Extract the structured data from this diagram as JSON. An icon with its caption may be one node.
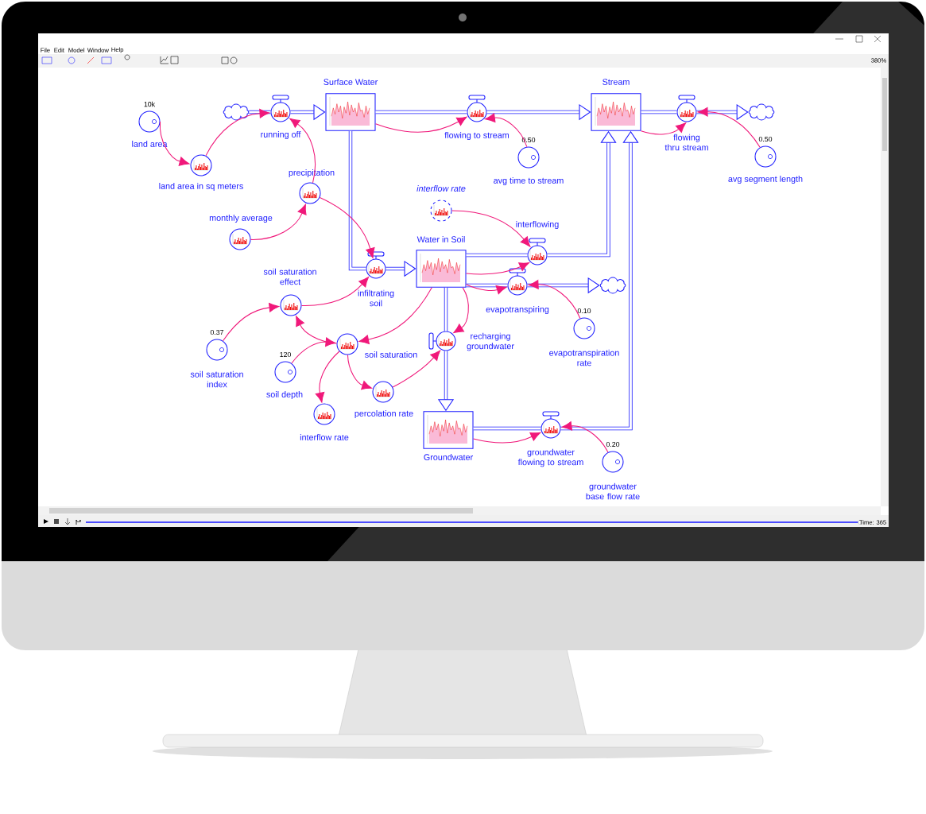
{
  "diagram": {
    "nodes": [
      {
        "text": [
          "land area"
        ],
        "beside": [
          "10k"
        ]
      },
      {
        "text": [
          "land area in sq meters"
        ]
      },
      {
        "text": [],
        "shape": "cloud"
      },
      {
        "text": [
          "running off"
        ]
      },
      {
        "text": [
          "Surface Water"
        ]
      },
      {
        "text": [
          "precipitation"
        ]
      },
      {
        "text": [
          "monthly average"
        ]
      },
      {
        "text": [
          "flowing to stream"
        ]
      },
      {
        "text": [
          "avg time to stream"
        ],
        "beside": [
          "0.50"
        ]
      },
      {
        "text": [
          "Stream"
        ]
      },
      {
        "text": [
          "flowing thru stream"
        ]
      },
      {
        "text": [],
        "shape": "cloud"
      },
      {
        "text": [
          "avg segment length"
        ],
        "beside": [
          "0.50"
        ]
      },
      {
        "text": [
          "interflow rate"
        ]
      },
      {
        "text": [
          "interflowing"
        ]
      },
      {
        "text": [
          "Water in Soil"
        ]
      },
      {
        "text": [
          "infiltrating soil"
        ]
      },
      {
        "text": [
          "evapotranspiring"
        ]
      },
      {
        "text": [],
        "shape": "cloud"
      },
      {
        "text": [
          "evapotranspiration rate"
        ],
        "beside": [
          "0.10"
        ]
      },
      {
        "text": [
          "soil saturation effect"
        ]
      },
      {
        "text": [
          "soil saturation index"
        ],
        "beside": [
          "0.37"
        ]
      },
      {
        "text": [
          "soil saturation"
        ]
      },
      {
        "text": [
          "soil depth"
        ],
        "beside": [
          "120"
        ]
      },
      {
        "text": [
          "recharging groundwater"
        ]
      },
      {
        "text": [
          "interflow rate"
        ]
      },
      {
        "text": [
          "percolation rate"
        ]
      },
      {
        "text": [
          "Groundwater"
        ]
      },
      {
        "text": [
          "groundwater flowing to stream"
        ]
      },
      {
        "text": [
          "groundwater base flow rate"
        ],
        "beside": [
          "0.20"
        ]
      }
    ],
    "edges": [
      {
        "from": 2,
        "to": 3,
        "arrow": "none",
        "style": "thick",
        "color": "#1f1fff"
      },
      {
        "from": 3,
        "to": 4,
        "arrow": "to",
        "style": "thick",
        "color": "#1f1fff"
      },
      {
        "from": 4,
        "to": 7,
        "arrow": "none",
        "style": "thick",
        "color": "#1f1fff"
      },
      {
        "from": 7,
        "to": 9,
        "arrow": "to",
        "style": "thick",
        "color": "#1f1fff"
      },
      {
        "from": 9,
        "to": 10,
        "arrow": "none",
        "style": "thick",
        "color": "#1f1fff"
      },
      {
        "from": 10,
        "to": 11,
        "arrow": "to",
        "style": "thick",
        "color": "#1f1fff"
      },
      {
        "from": 4,
        "to": 16,
        "arrow": "none",
        "style": "thick",
        "color": "#1f1fff"
      },
      {
        "from": 16,
        "to": 15,
        "arrow": "to",
        "style": "thick",
        "color": "#1f1fff"
      },
      {
        "from": 15,
        "to": 14,
        "arrow": "none",
        "style": "thick",
        "color": "#1f1fff"
      },
      {
        "from": 14,
        "to": 9,
        "arrow": "to",
        "style": "thick",
        "color": "#1f1fff"
      },
      {
        "from": 15,
        "to": 17,
        "arrow": "none",
        "style": "thick",
        "color": "#1f1fff"
      },
      {
        "from": 17,
        "to": 18,
        "arrow": "to",
        "style": "thick",
        "color": "#1f1fff"
      },
      {
        "from": 15,
        "to": 24,
        "arrow": "none",
        "style": "thick",
        "color": "#1f1fff"
      },
      {
        "from": 24,
        "to": 27,
        "arrow": "to",
        "style": "thick",
        "color": "#1f1fff"
      },
      {
        "from": 27,
        "to": 28,
        "arrow": "none",
        "style": "thick",
        "color": "#1f1fff"
      },
      {
        "from": 28,
        "to": 9,
        "arrow": "to",
        "style": "thick",
        "color": "#1f1fff"
      },
      {
        "from": 0,
        "to": 1,
        "arrow": "to"
      },
      {
        "from": 1,
        "to": 3,
        "arrow": "to"
      },
      {
        "from": 5,
        "to": 3,
        "arrow": "to"
      },
      {
        "from": 6,
        "to": 5,
        "arrow": "to"
      },
      {
        "from": 5,
        "to": 16,
        "arrow": "to"
      },
      {
        "from": 4,
        "to": 7,
        "arrow": "to"
      },
      {
        "from": 8,
        "to": 7,
        "arrow": "to"
      },
      {
        "from": 9,
        "to": 10,
        "arrow": "to"
      },
      {
        "from": 12,
        "to": 10,
        "arrow": "to"
      },
      {
        "from": 13,
        "to": 14,
        "arrow": "to"
      },
      {
        "from": 15,
        "to": 14,
        "arrow": "to"
      },
      {
        "from": 15,
        "to": 17,
        "arrow": "to"
      },
      {
        "from": 19,
        "to": 17,
        "arrow": "to"
      },
      {
        "from": 15,
        "to": 22,
        "arrow": "to"
      },
      {
        "from": 15,
        "to": 24,
        "arrow": "to"
      },
      {
        "from": 20,
        "to": 16,
        "arrow": "to"
      },
      {
        "from": 21,
        "to": 20,
        "arrow": "to"
      },
      {
        "from": 22,
        "to": 20,
        "arrow": "to"
      },
      {
        "from": 23,
        "to": 22,
        "arrow": "to"
      },
      {
        "from": 22,
        "to": 25,
        "arrow": "to"
      },
      {
        "from": 22,
        "to": 26,
        "arrow": "to"
      },
      {
        "from": 26,
        "to": 24,
        "arrow": "to"
      },
      {
        "from": 27,
        "to": 28,
        "arrow": "to"
      },
      {
        "from": 29,
        "to": 28,
        "arrow": "to"
      }
    ],
    "labels": [
      "File",
      "Edit",
      "Model",
      "Window",
      "Help",
      "380%",
      "Time: 365"
    ]
  }
}
